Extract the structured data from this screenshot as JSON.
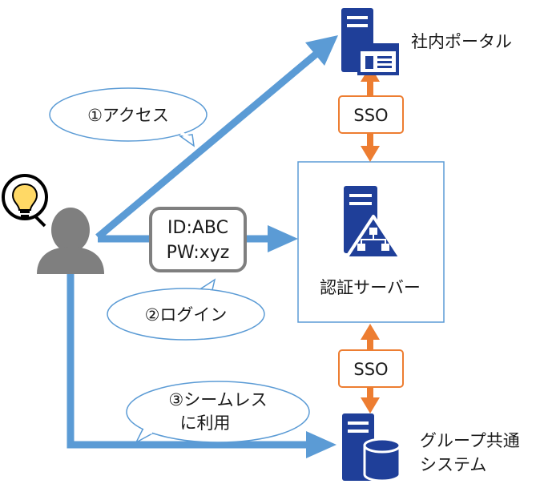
{
  "labels": {
    "portal": "社内ポータル",
    "auth_server": "認証サーバー",
    "group_system_line1": "グループ共通",
    "group_system_line2": "システム"
  },
  "sso": {
    "top": "SSO",
    "bottom": "SSO"
  },
  "bubbles": {
    "access": "①アクセス",
    "login": "②ログイン",
    "seamless_line1": "③シームレス",
    "seamless_line2": "に利用"
  },
  "credentials": {
    "id": "ID:ABC",
    "pw": "PW:xyz"
  },
  "colors": {
    "arrow_blue": "#5b9bd5",
    "server_navy": "#1f3f99",
    "sso_orange": "#ed7d31",
    "bubble_outline": "#5b9bd5",
    "auth_frame": "#5b9bd5",
    "user_gray": "#7f7f7f",
    "bulb_yellow": "#ffd966",
    "credential_border": "#7f7f7f"
  },
  "icons": {
    "user": "user-silhouette-icon",
    "idea": "lightbulb-icon",
    "portal_server": "server-with-window-icon",
    "auth_server": "server-with-network-icon",
    "group_server": "server-with-database-icon"
  }
}
